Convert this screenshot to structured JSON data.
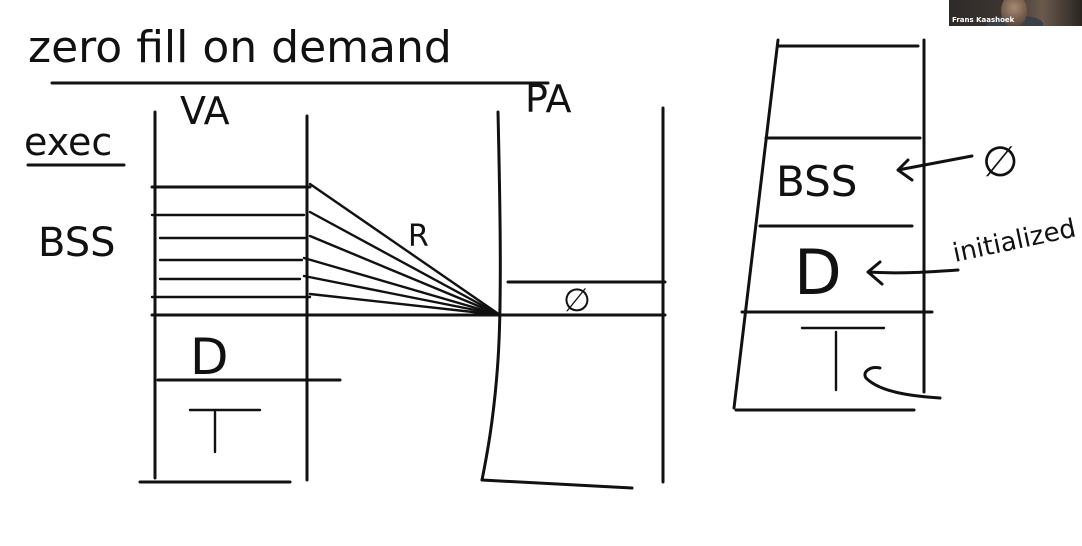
{
  "whiteboard": {
    "title": "zero fill on demand",
    "exec_label": "exec",
    "va_label": "VA",
    "pa_label": "PA",
    "bss_label_left": "BSS",
    "read_only_label": "R",
    "zero_page_label": "∅",
    "data_label_left": "D",
    "text_label_left": "T",
    "bss_label_right": "BSS",
    "zero_label_right": "∅",
    "data_label_right": "D",
    "initialized_label": "initialized",
    "text_label_right": "T"
  },
  "video": {
    "participant_name": "Frans Kaashoek"
  }
}
